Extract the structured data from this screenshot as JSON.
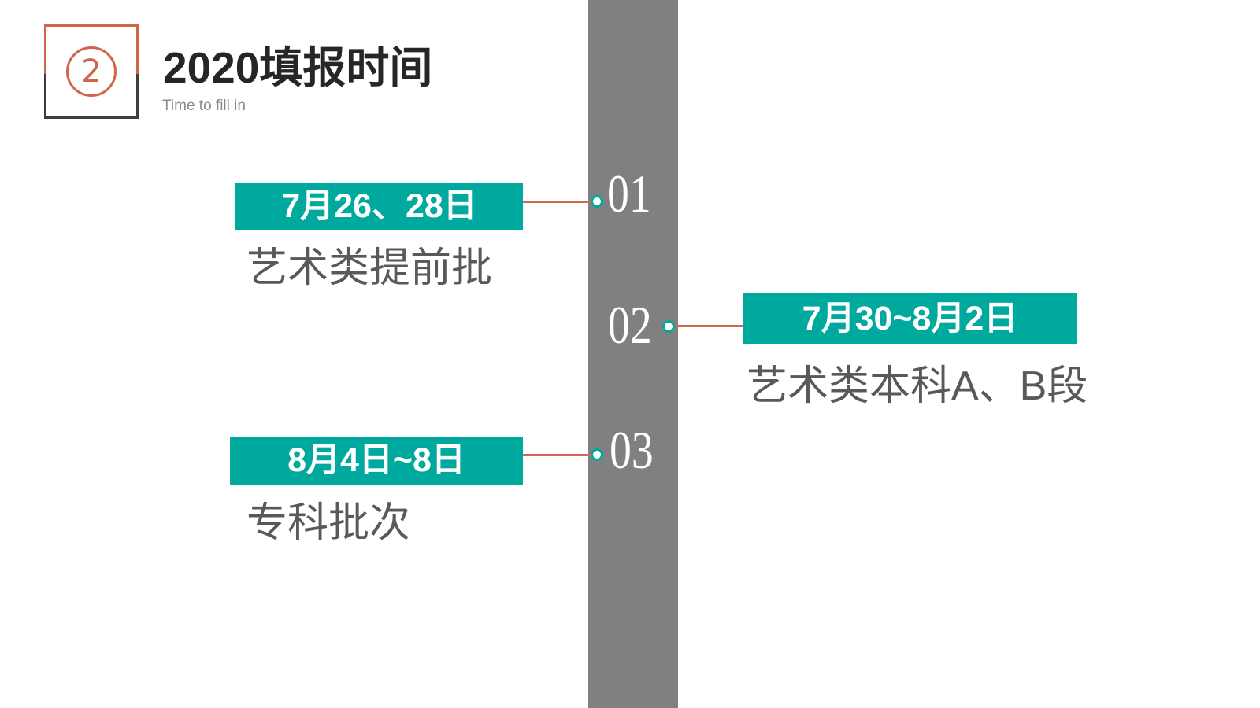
{
  "header": {
    "step": "2",
    "title": "2020填报时间",
    "subtitle": "Time to fill in"
  },
  "timeline": [
    {
      "number": "01",
      "date": "7月26、28日",
      "label": "艺术类提前批"
    },
    {
      "number": "02",
      "date": "7月30~8月2日",
      "label": "艺术类本科A、B段"
    },
    {
      "number": "03",
      "date": "8月4日~8日",
      "label": "专科批次"
    }
  ],
  "colors": {
    "teal": "#00a99d",
    "accent": "#d0654c",
    "connector": "#cf6a52",
    "bar": "#808080"
  }
}
